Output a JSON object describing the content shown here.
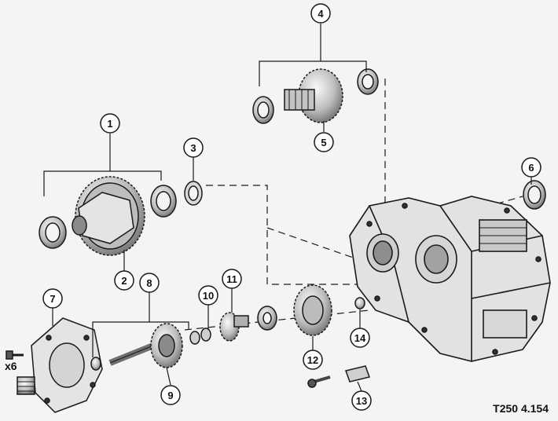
{
  "diagram": {
    "reference_code": "T250 4.154",
    "quantity_label": "x6",
    "callouts": [
      {
        "id": "1",
        "label": "1"
      },
      {
        "id": "2",
        "label": "2"
      },
      {
        "id": "3",
        "label": "3"
      },
      {
        "id": "4",
        "label": "4"
      },
      {
        "id": "5",
        "label": "5"
      },
      {
        "id": "6",
        "label": "6"
      },
      {
        "id": "7",
        "label": "7"
      },
      {
        "id": "8",
        "label": "8"
      },
      {
        "id": "9",
        "label": "9"
      },
      {
        "id": "10",
        "label": "10"
      },
      {
        "id": "11",
        "label": "11"
      },
      {
        "id": "12",
        "label": "12"
      },
      {
        "id": "13",
        "label": "13"
      },
      {
        "id": "14",
        "label": "14"
      }
    ]
  },
  "colors": {
    "line": "#1a1a1a",
    "shade": "#9a9a9a",
    "background": "#f4f4f2"
  }
}
